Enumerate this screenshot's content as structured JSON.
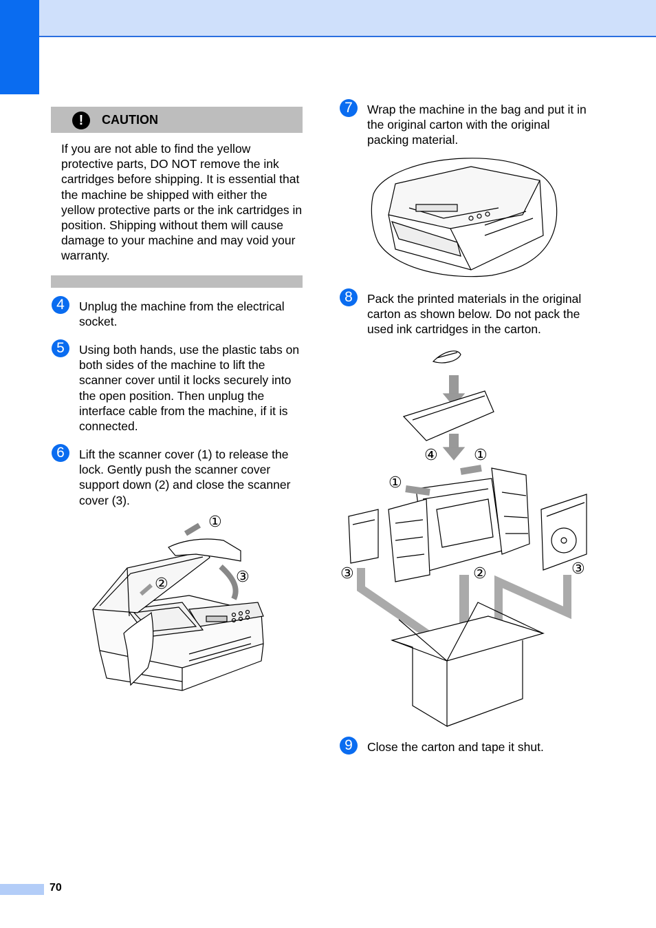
{
  "header": {
    "accent_color": "#0a6cf0",
    "band_color": "#cfe0fb"
  },
  "caution": {
    "icon": "exclamation-icon",
    "icon_glyph": "!",
    "title": "CAUTION",
    "text": "If you are not able to find the yellow protective parts, DO NOT remove the ink cartridges before shipping. It is essential that the machine be shipped with either the yellow protective parts or the ink cartridges in position. Shipping without them will cause damage to your machine and may void your warranty."
  },
  "steps": [
    {
      "number": "4",
      "text": "Unplug the machine from the electrical socket."
    },
    {
      "number": "5",
      "text": "Using both hands, use the plastic tabs on both sides of the machine to lift the scanner cover until it locks securely into the open position. Then unplug the interface cable from the machine, if it is connected."
    },
    {
      "number": "6",
      "text": "Lift the scanner cover (1) to release the lock. Gently push the scanner cover support down (2) and close the scanner cover (3)."
    },
    {
      "number": "7",
      "text": "Wrap the machine in the bag and put it in the original carton with the original packing material."
    },
    {
      "number": "8",
      "text": "Pack the printed materials in the original carton as shown below. Do not pack the used ink cartridges in the carton."
    },
    {
      "number": "9",
      "text": "Close the carton and tape it shut."
    }
  ],
  "figure_labels": {
    "one": "①",
    "two": "②",
    "three": "③",
    "four": "④"
  },
  "footer": {
    "page_number": "70"
  }
}
